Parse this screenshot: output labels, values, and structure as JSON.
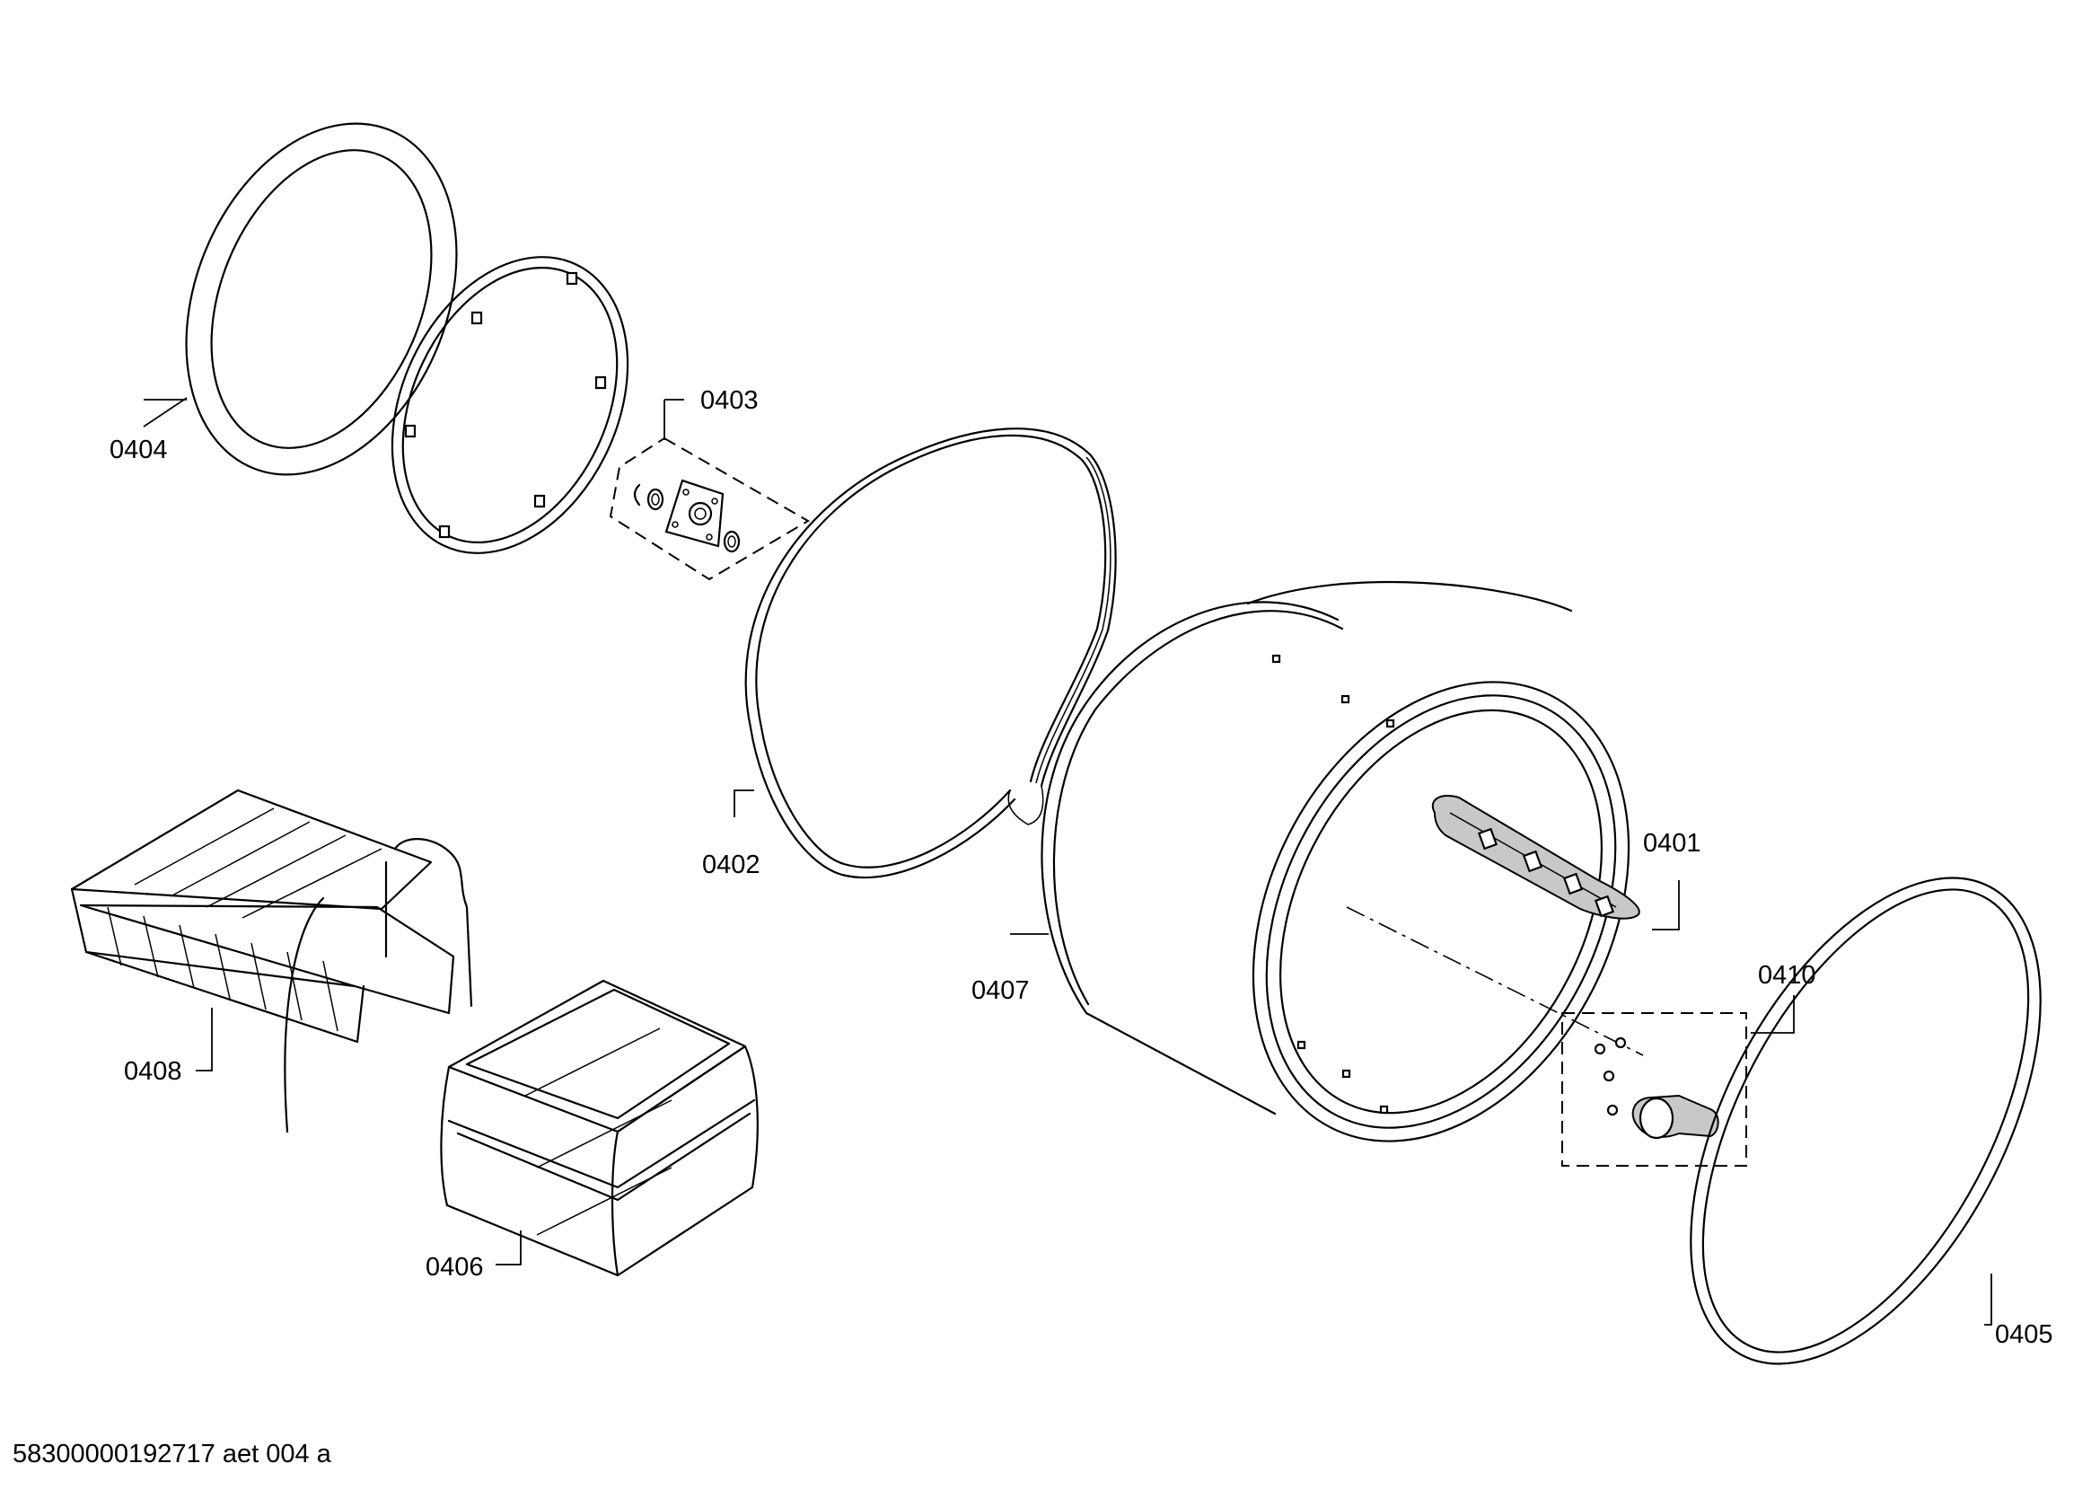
{
  "drawing": {
    "document_id": "58300000192717 aet 004 a",
    "labels": {
      "p0401": "0401",
      "p0402": "0402",
      "p0403": "0403",
      "p0404": "0404",
      "p0405": "0405",
      "p0406": "0406",
      "p0407": "0407",
      "p0408": "0408",
      "p0410": "0410"
    }
  }
}
